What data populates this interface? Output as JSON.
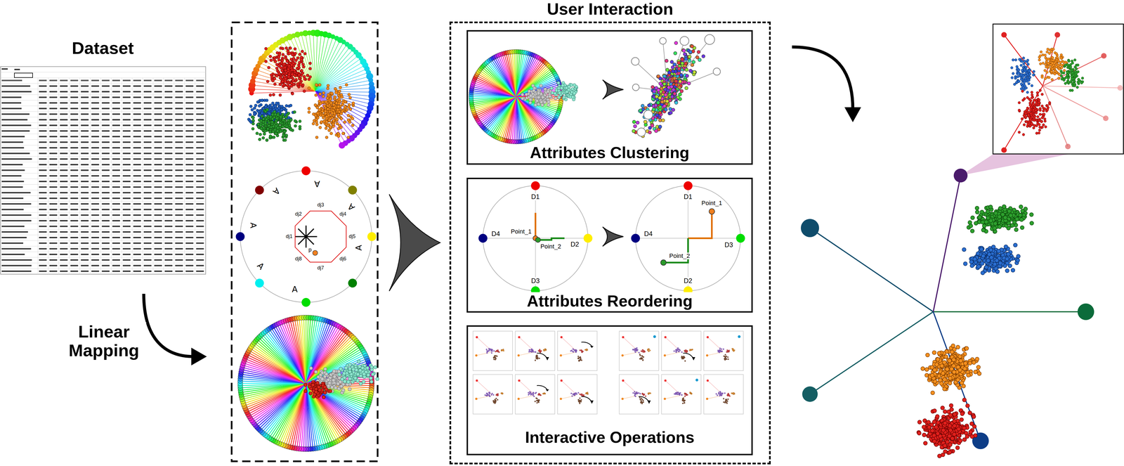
{
  "diagram": {
    "nodes": [
      {
        "text": [
          "Dataset"
        ]
      },
      {
        "text": [
          "User Interaction"
        ]
      },
      {
        "text": [
          "Attributes Clustering"
        ],
        "in": 1
      },
      {
        "text": [
          "Attributes Reordering"
        ],
        "in": 1
      },
      {
        "text": [
          "Interactive Operations"
        ],
        "in": 1
      }
    ],
    "labels": [
      "Linear Mapping",
      "A",
      "A",
      "A",
      "A",
      "A",
      "A",
      "A",
      "dj1",
      "dj2",
      "dj3",
      "dj4",
      "dj5",
      "dj6",
      "dj7",
      "dj8",
      "p",
      "D1",
      "D4",
      "D2",
      "Point_1",
      "Point_2",
      "D3",
      "D1",
      "D4",
      "Point_1",
      "D3",
      "Point_2",
      "D2"
    ]
  }
}
